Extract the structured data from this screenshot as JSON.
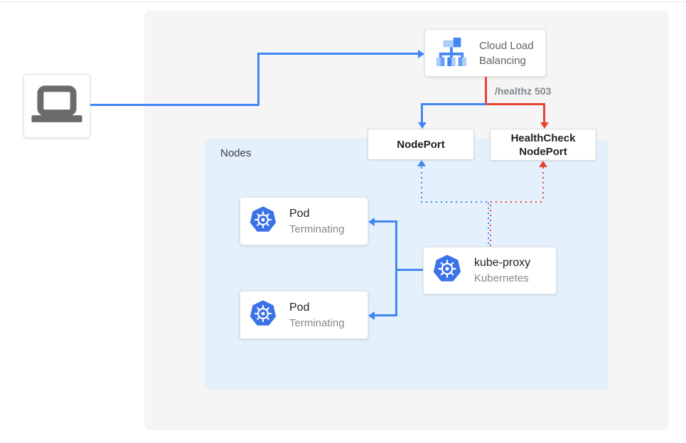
{
  "diagram": {
    "client": {
      "icon": "laptop"
    },
    "load_balancer": {
      "title_line1": "Cloud Load",
      "title_line2": "Balancing"
    },
    "edge_label": "/healthz 503",
    "node_port_label": "NodePort",
    "health_check_node_port": {
      "line1": "HealthCheck",
      "line2": "NodePort"
    },
    "nodes_group_label": "Nodes",
    "pods": [
      {
        "title": "Pod",
        "subtitle": "Terminating"
      },
      {
        "title": "Pod",
        "subtitle": "Terminating"
      }
    ],
    "kube_proxy": {
      "title": "kube-proxy",
      "subtitle": "Kubernetes"
    }
  },
  "colors": {
    "flow_blue": "#4285f4",
    "flow_red": "#ea4335",
    "panel_gray": "#f5f5f5",
    "nodes_bg_blue": "#e4f0fb",
    "kubernetes_blue": "#326ce5",
    "text_dark": "#202124",
    "text_gray": "#80868b",
    "laptop_gray": "#6b6b6b"
  }
}
